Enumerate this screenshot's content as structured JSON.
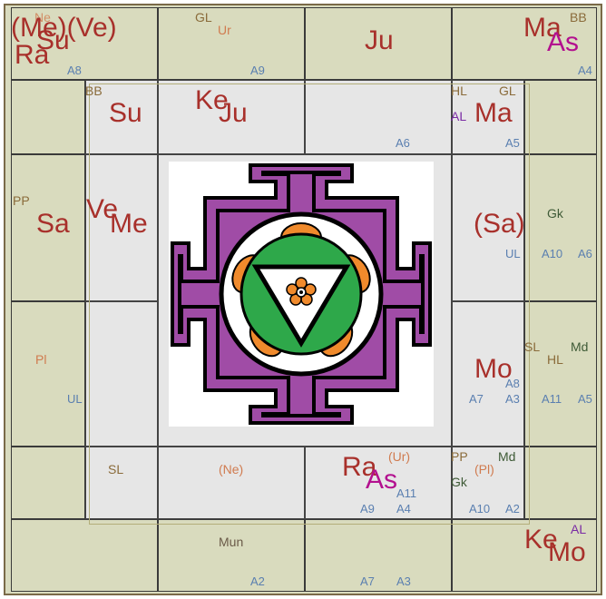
{
  "colors": {
    "board": "#d9dbbe",
    "inner": "#e6e6e6",
    "planet": "#a8302b",
    "lagna": "#b3108f",
    "arudha": "#5a7fb0",
    "special": "#8a6b3a",
    "upagraha": "#d07b4f",
    "yantra_purple": "#a04ca6",
    "yantra_green": "#2ea84a",
    "yantra_orange": "#f08a2c"
  },
  "cells": {
    "top_left": {
      "p1": "(Me)(Ve)",
      "p2": "Su",
      "p3": "Ra",
      "s1": "Ne",
      "a1": "A8"
    },
    "top_2": {
      "s1": "GL",
      "s2": "Ur",
      "a1": "A9"
    },
    "top_3": {
      "p1": "Ju"
    },
    "top_right": {
      "p1": "Ma",
      "p2": "As",
      "s1": "BB",
      "a1": "A4"
    },
    "in_tl": {
      "s1": "BB",
      "p1": "Su"
    },
    "in_t2": {
      "p1": "Ke",
      "p2": "Ju"
    },
    "in_t3": {
      "a1": "A6"
    },
    "in_tr": {
      "s1": "HL",
      "s2": "GL",
      "s3": "AL",
      "p1": "Ma",
      "a1": "A5"
    },
    "left_2": {
      "s1": "PP",
      "p1": "Sa"
    },
    "in_l2": {
      "p1": "Ve",
      "p2": "Me"
    },
    "in_r2": {
      "p1": "(Sa)",
      "a1": "UL"
    },
    "right_2": {
      "s1": "Gk",
      "a1": "A10",
      "a2": "A6"
    },
    "left_3": {
      "s1": "Pl"
    },
    "in_l3": {
      "a1": "UL"
    },
    "in_r3": {
      "p1": "Mo",
      "a1": "A8",
      "a2": "A7",
      "a3": "A3"
    },
    "right_3": {
      "s1": "SL",
      "s2": "Md",
      "s3": "HL",
      "a1": "A11",
      "a2": "A5"
    },
    "in_bl": {
      "s1": "SL"
    },
    "in_b2": {
      "s1": "(Ne)"
    },
    "in_b3": {
      "p1": "Ra",
      "p2": "As",
      "s1": "(Ur)",
      "a1": "A11",
      "a2": "A9",
      "a3": "A4"
    },
    "in_br": {
      "s1": "PP",
      "s2": "Md",
      "s3": "(Pl)",
      "s4": "Gk",
      "a1": "A10",
      "a2": "A2"
    },
    "bot_2": {
      "s1": "Mun",
      "a1": "A2"
    },
    "bot_3": {
      "a1": "A7",
      "a2": "A3"
    },
    "bot_right": {
      "p1": "Ke",
      "p2": "Mo",
      "s1": "AL"
    }
  }
}
